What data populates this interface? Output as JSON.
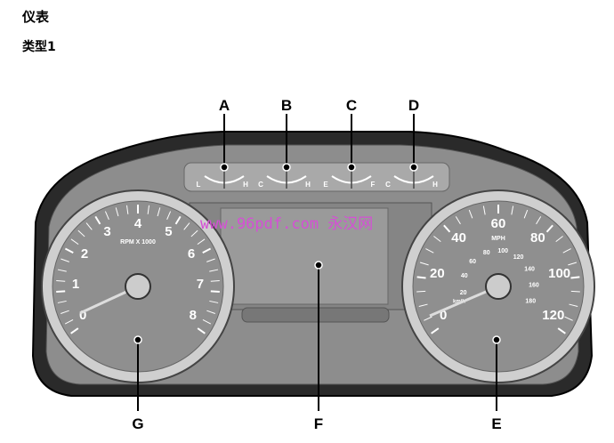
{
  "page": {
    "title": "仪表",
    "subtitle": "类型1"
  },
  "callouts": {
    "A": "A",
    "B": "B",
    "C": "C",
    "D": "D",
    "E": "E",
    "F": "F",
    "G": "G"
  },
  "small_gauges": [
    {
      "left": "L",
      "right": "H"
    },
    {
      "left": "C",
      "right": "H"
    },
    {
      "left": "E",
      "right": "F"
    },
    {
      "left": "C",
      "right": "H"
    }
  ],
  "tachometer": {
    "unit": "RPM X 1000",
    "labels": [
      "0",
      "1",
      "2",
      "3",
      "4",
      "5",
      "6",
      "7",
      "8"
    ]
  },
  "speedometer": {
    "unit": "MPH",
    "labels": [
      "0",
      "20",
      "40",
      "60",
      "80",
      "100",
      "120"
    ],
    "kmh_unit": "km/h",
    "kmh_labels": [
      "20",
      "40",
      "60",
      "80",
      "100",
      "120",
      "140",
      "160",
      "180"
    ]
  },
  "watermark": "www.96pdf.com 永汉网"
}
